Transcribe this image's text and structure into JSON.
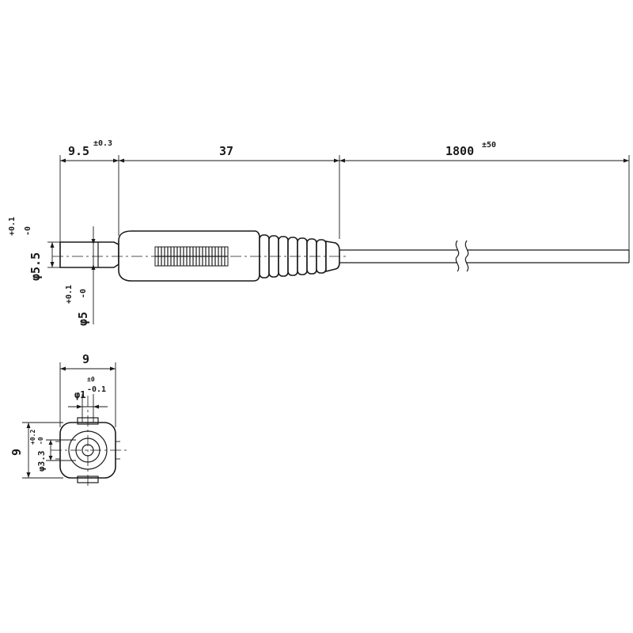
{
  "side_view": {
    "dim_tip_length": {
      "value": "9.5",
      "tolerance": "±0.3"
    },
    "dim_body_length": {
      "value": "37"
    },
    "dim_cable_length": {
      "value": "1800",
      "tolerance": "±50"
    },
    "dim_outer_diameter": {
      "value": "φ5.5",
      "tol_upper": "-0",
      "tol_lower": "+0.1"
    },
    "dim_inner_diameter": {
      "value": "φ5",
      "tol_upper": "-0",
      "tol_lower": "+0.1"
    }
  },
  "end_view": {
    "dim_width": {
      "value": "9"
    },
    "dim_height": {
      "value": "9"
    },
    "dim_pin_diameter": {
      "value": "φ1",
      "tol_upper": "±0",
      "tol_lower": "-0.1"
    },
    "dim_bore_diameter": {
      "value": "φ3.3",
      "tol_upper": "+0.2",
      "tol_lower": "-0"
    }
  }
}
